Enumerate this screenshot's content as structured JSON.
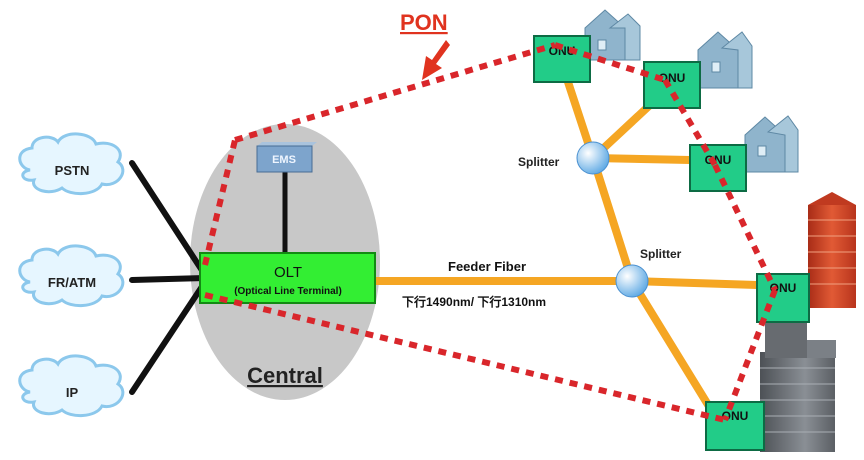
{
  "title_label": "PON",
  "networks": [
    {
      "label": "PSTN"
    },
    {
      "label": "FR/ATM"
    },
    {
      "label": "IP"
    }
  ],
  "central_label": "Central",
  "ems_label": "EMS",
  "olt": {
    "label": "OLT",
    "sublabel": "(Optical Line Terminal)"
  },
  "feeder": {
    "label": "Feeder Fiber",
    "wavelengths": "下行1490nm/ 下行1310nm"
  },
  "splitters": [
    {
      "label": "Splitter"
    },
    {
      "label": "Splitter"
    }
  ],
  "onus": [
    {
      "label": "ONU"
    },
    {
      "label": "ONU"
    },
    {
      "label": "ONU"
    },
    {
      "label": "ONU"
    },
    {
      "label": "ONU"
    }
  ],
  "colors": {
    "fiber": "#f5a623",
    "pon_link": "#d9262b",
    "olt_fill": "#33ee33",
    "onu_fill": "#22cc88",
    "central_fill": "#c8c8c8",
    "cloud_fill": "#e6f6ff",
    "cloud_stroke": "#8cc8ec",
    "ems_fill": "#7da4cc",
    "splitter_fill": "#a9d4f5",
    "house_fill": "#8fb4cc",
    "building_red": "#d2452a",
    "building_gray": "#6f7378"
  }
}
